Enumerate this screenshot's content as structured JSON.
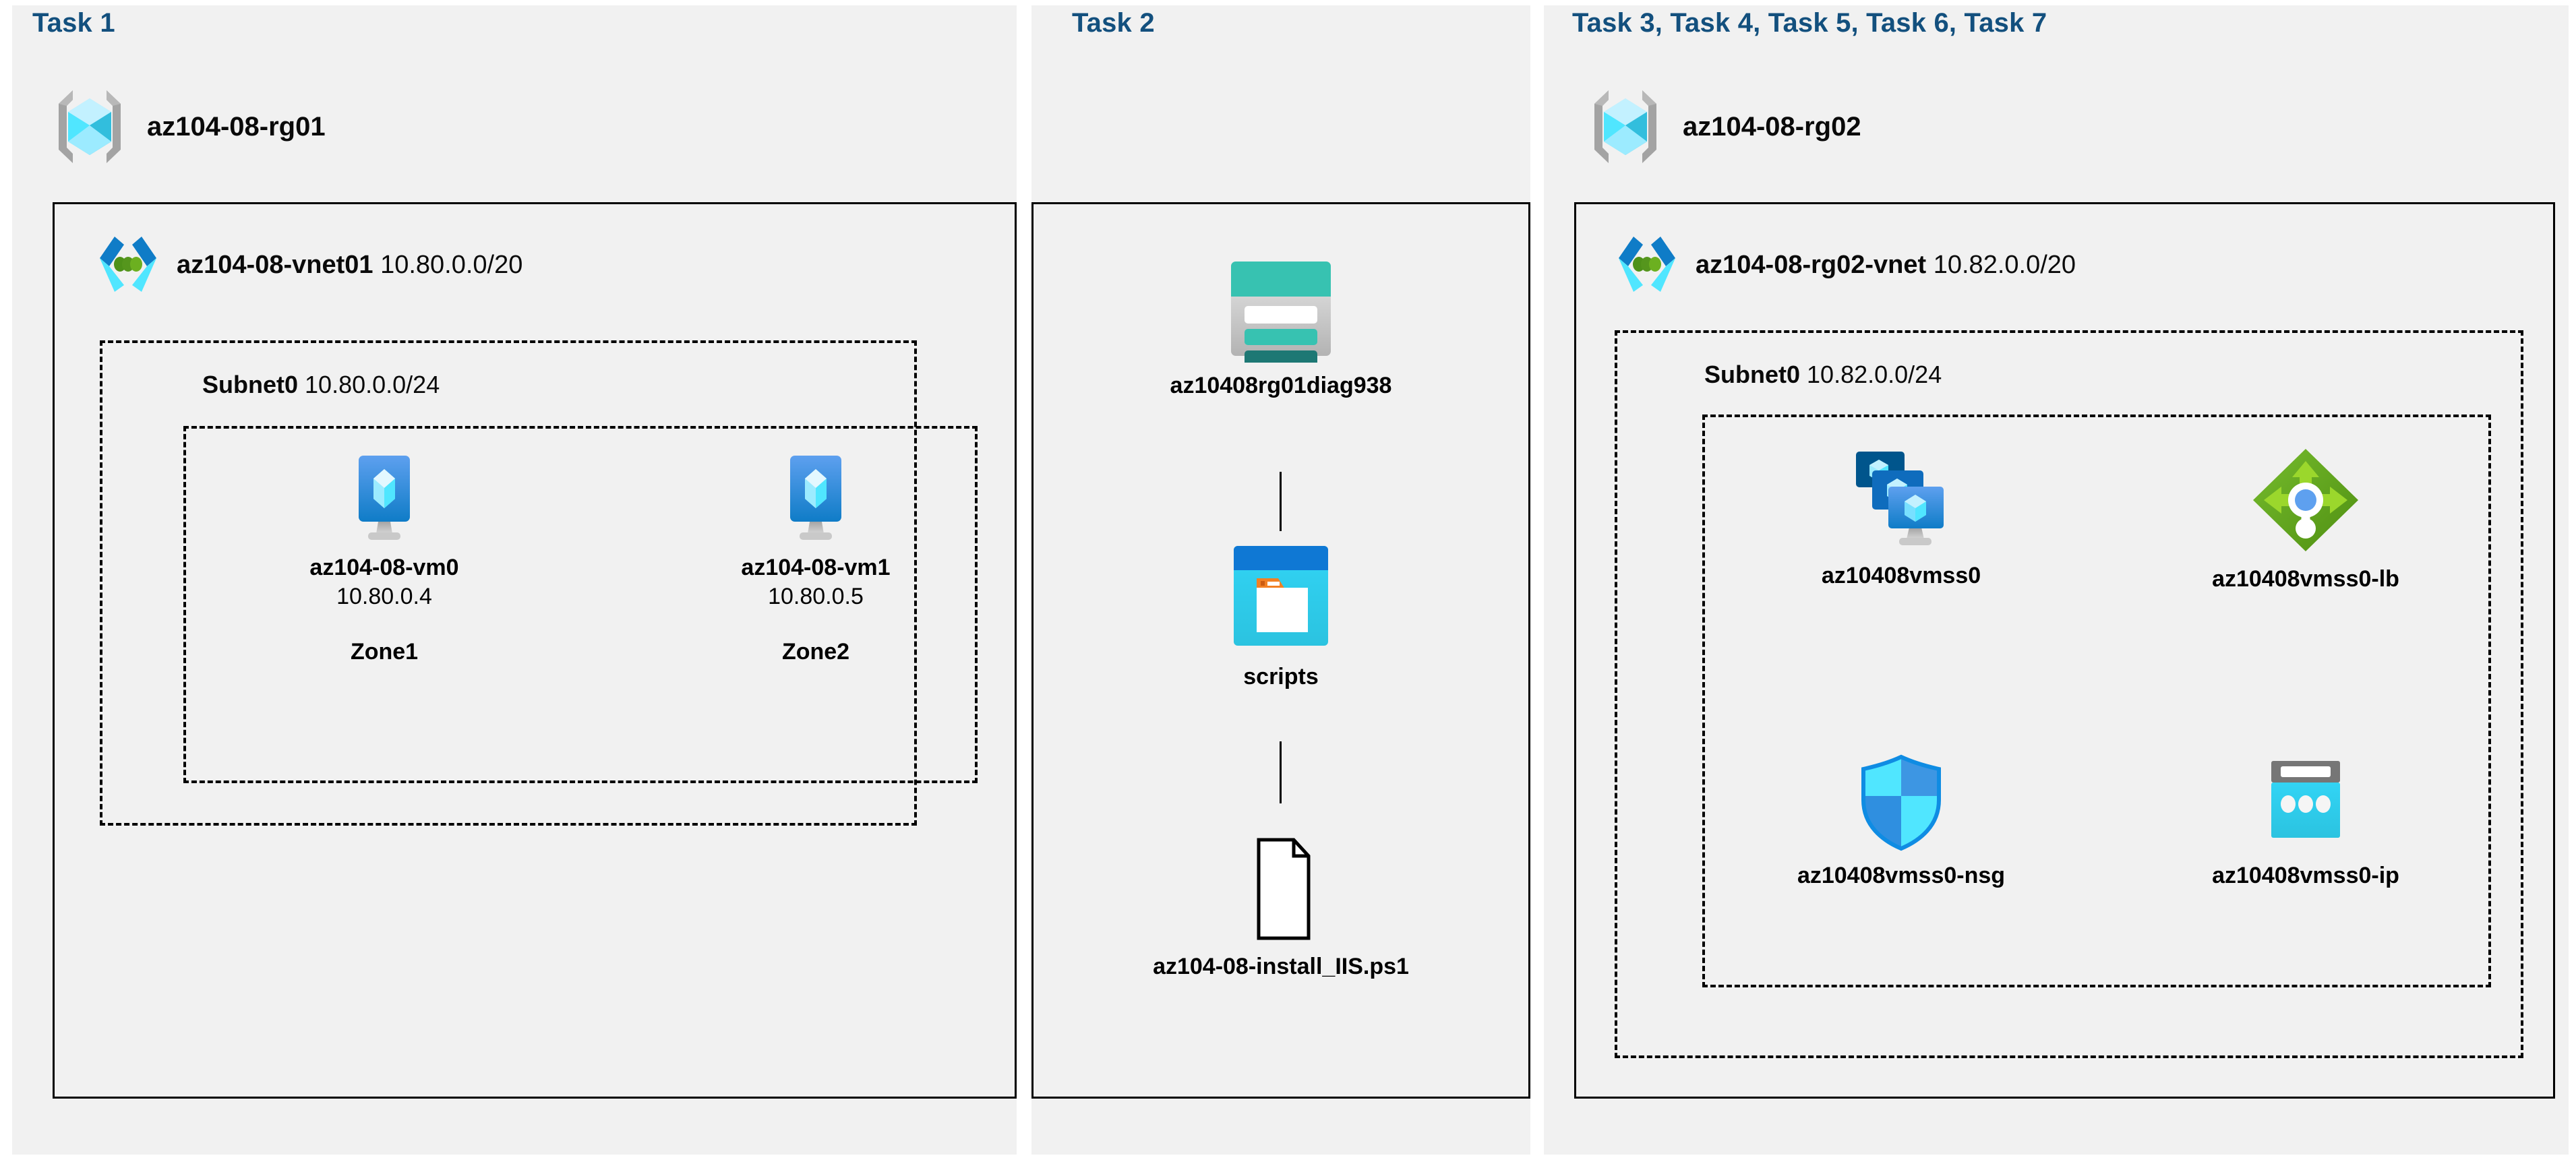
{
  "diagram": {
    "title_color": "#13507e",
    "panel_bg": "#f1f1f1",
    "border_color": "#000000"
  },
  "panels": [
    {
      "id": "panel-task1",
      "task_title": "Task 1",
      "resource_group": {
        "name": "az104-08-rg01",
        "icon": "resource-group-icon"
      },
      "vnet": {
        "name": "az104-08-vnet01",
        "cidr": "10.80.0.0/20",
        "icon": "virtual-network-icon"
      },
      "subnet": {
        "name": "Subnet0",
        "cidr": "10.80.0.0/24"
      },
      "vms": [
        {
          "name": "az104-08-vm0",
          "ip": "10.80.0.4",
          "zone": "Zone1",
          "icon": "virtual-machine-icon"
        },
        {
          "name": "az104-08-vm1",
          "ip": "10.80.0.5",
          "zone": "Zone2",
          "icon": "virtual-machine-icon"
        }
      ]
    },
    {
      "id": "panel-task2",
      "task_title": "Task 2",
      "items": [
        {
          "name": "az10408rg01diag938",
          "icon": "storage-account-icon"
        },
        {
          "name": "scripts",
          "icon": "blob-container-icon"
        },
        {
          "name": "az104-08-install_IIS.ps1",
          "icon": "script-file-icon"
        }
      ]
    },
    {
      "id": "panel-task3-7",
      "task_title": "Task 3, Task 4, Task 5, Task 6, Task 7",
      "resource_group": {
        "name": "az104-08-rg02",
        "icon": "resource-group-icon"
      },
      "vnet": {
        "name": "az104-08-rg02-vnet",
        "cidr": "10.82.0.0/20",
        "icon": "virtual-network-icon"
      },
      "subnet": {
        "name": "Subnet0",
        "cidr": "10.82.0.0/24"
      },
      "resources": [
        {
          "name": "az10408vmss0",
          "icon": "vm-scale-set-icon"
        },
        {
          "name": "az10408vmss0-lb",
          "icon": "load-balancer-icon"
        },
        {
          "name": "az10408vmss0-nsg",
          "icon": "network-security-group-icon"
        },
        {
          "name": "az10408vmss0-ip",
          "icon": "public-ip-address-icon"
        }
      ]
    }
  ],
  "colors": {
    "azure_blue": "#0078d4",
    "azure_cyan": "#50e6ff",
    "teal": "#37c2b1",
    "teal_dark": "#1d7874",
    "green": "#5e9624",
    "green_light": "#9bd72c",
    "grey": "#767676",
    "title_navy": "#13507e"
  }
}
